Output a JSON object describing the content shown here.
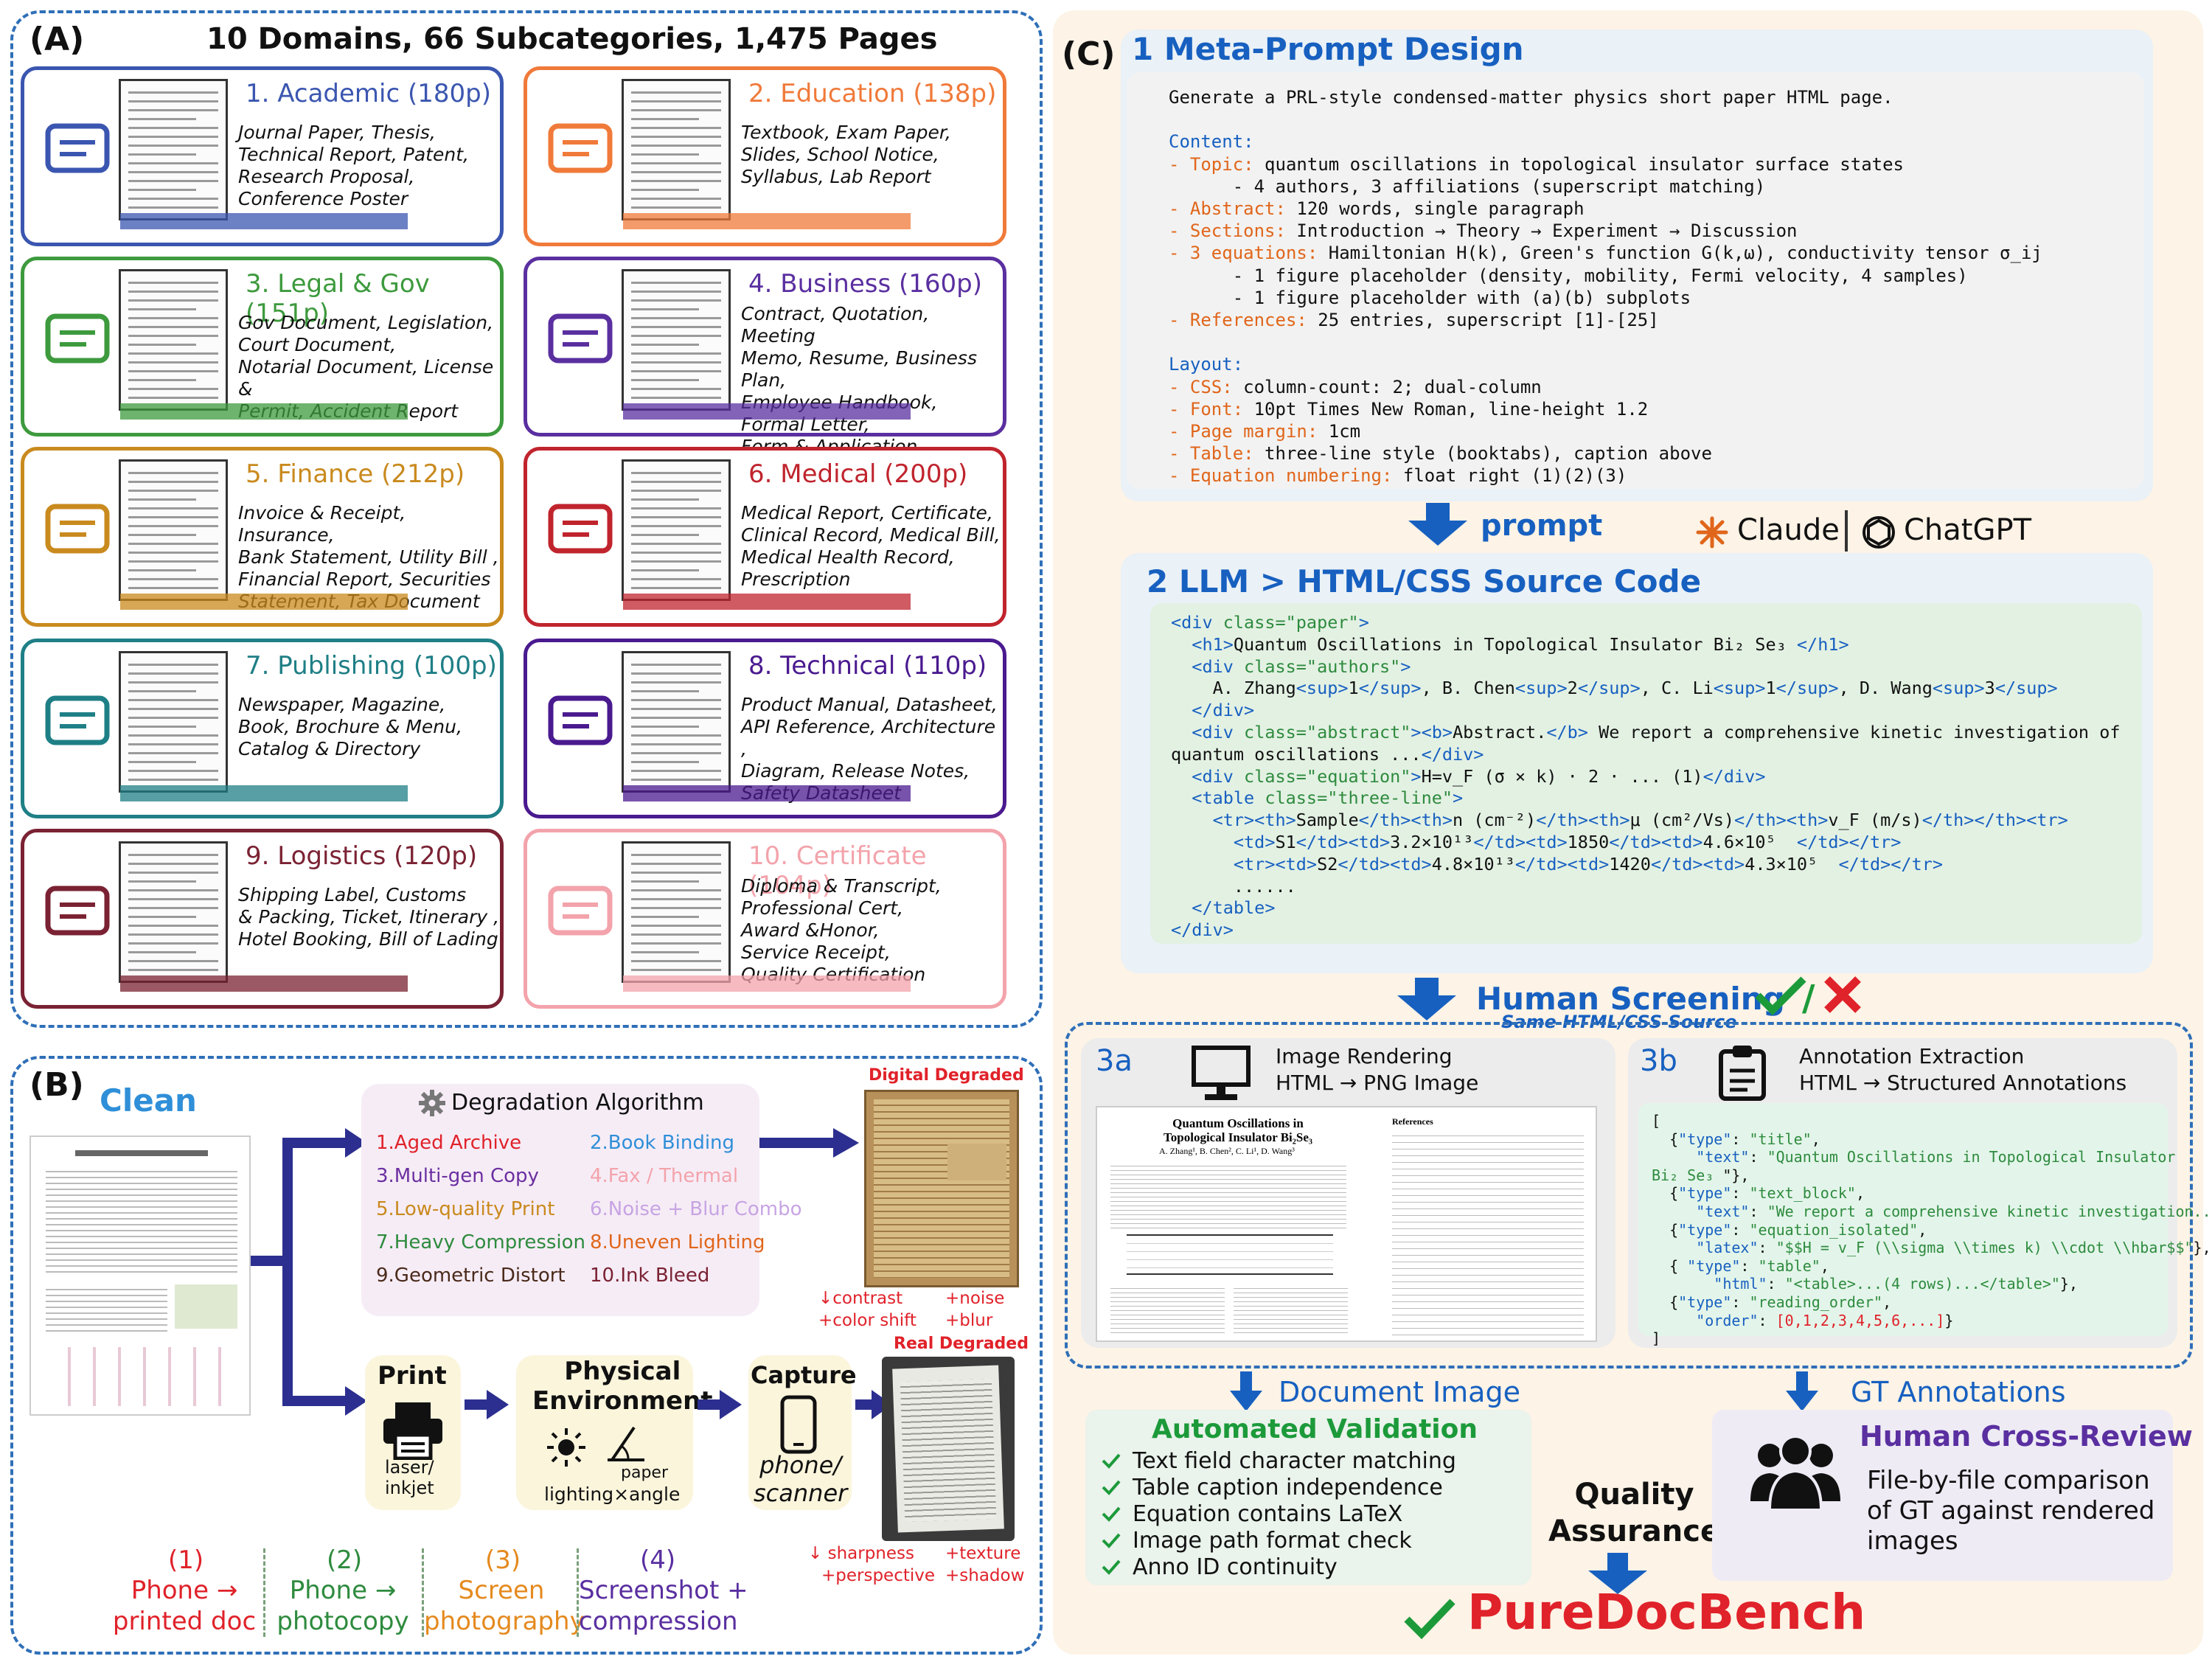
{
  "panel_a": {
    "tag": "(A)",
    "header": "10 Domains, 66 Subcategories, 1,475 Pages",
    "cards": [
      {
        "title": "1. Academic (180p)",
        "lines": [
          "Journal Paper, Thesis,",
          "Technical Report, Patent,",
          "Research Proposal,",
          "Conference Poster"
        ],
        "color": "#3b56b0",
        "bg": "#ffffff",
        "icon": "graduation-cap-icon"
      },
      {
        "title": "2. Education (138p)",
        "lines": [
          "Textbook, Exam Paper,",
          "Slides, School Notice,",
          "Syllabus,  Lab Report"
        ],
        "color": "#f07a3a",
        "bg": "#ffffff",
        "icon": "book-icon"
      },
      {
        "title": "3. Legal & Gov (151p)",
        "lines": [
          "Gov Document, Legislation,",
          "Court Document,",
          "Notarial Document, License &",
          "Permit, Accident Report"
        ],
        "color": "#3d9a3d",
        "bg": "#ffffff",
        "icon": "scales-icon"
      },
      {
        "title": "4. Business (160p)",
        "lines": [
          "Contract, Quotation,  Meeting",
          "Memo, Resume, Business Plan,",
          "Employee Handbook,",
          "Formal Letter,",
          "Form & Application"
        ],
        "color": "#5a2fa0",
        "bg": "#ffffff",
        "icon": "briefcase-icon"
      },
      {
        "title": "5. Finance (212p)",
        "lines": [
          "Invoice & Receipt, Insurance,",
          "Bank Statement, Utility Bill ,",
          "Financial Report, Securities",
          "Statement, Tax Document"
        ],
        "color": "#c98a1e",
        "bg": "#ffffff",
        "icon": "money-bag-icon"
      },
      {
        "title": "6. Medical (200p)",
        "lines": [
          "Medical Report, Certificate,",
          "Clinical Record, Medical Bill,",
          "Medical Health Record,",
          "Prescription"
        ],
        "color": "#c0242d",
        "bg": "#ffffff",
        "icon": "medical-kit-icon"
      },
      {
        "title": "7. Publishing (100p)",
        "lines": [
          "Newspaper, Magazine,",
          "Book, Brochure & Menu,",
          "Catalog & Directory"
        ],
        "color": "#1f7f86",
        "bg": "#ffffff",
        "icon": "newspaper-icon"
      },
      {
        "title": "8. Technical (110p)",
        "lines": [
          "Product Manual, Datasheet,",
          "API Reference, Architecture ,",
          "Diagram, Release Notes,",
          "Safety Datasheet"
        ],
        "color": "#4a1a8f",
        "bg": "#ffffff",
        "icon": "wrench-icon"
      },
      {
        "title": "9. Logistics (120p)",
        "lines": [
          "Shipping Label, Customs",
          "& Packing, Ticket, Itinerary ,",
          "Hotel Booking, Bill of Lading"
        ],
        "color": "#7a2233",
        "bg": "#ffffff",
        "icon": "truck-icon"
      },
      {
        "title": "10. Certificate (104p)",
        "lines": [
          "Diploma & Transcript,",
          "Professional Cert,",
          "Award &Honor,",
          "Service Receipt,",
          "Quality Certification"
        ],
        "color": "#f3a3ab",
        "bg": "#ffffff",
        "icon": "certificate-icon"
      }
    ]
  },
  "panel_b": {
    "tag": "(B)",
    "clean_label": "Clean",
    "degradation_title": "Degradation Algorithm",
    "algorithms": [
      {
        "text": "1.Aged Archive",
        "color": "#e0222a"
      },
      {
        "text": "2.Book Binding",
        "color": "#2f8fd8"
      },
      {
        "text": "3.Multi-gen Copy",
        "color": "#6b2fa0"
      },
      {
        "text": "4.Fax / Thermal",
        "color": "#f3a3ab"
      },
      {
        "text": "5.Low-quality Print",
        "color": "#c98a1e"
      },
      {
        "text": "6.Noise + Blur Combo",
        "color": "#c7a4e3"
      },
      {
        "text": "7.Heavy Compression",
        "color": "#2e8b3e"
      },
      {
        "text": "8.Uneven Lighting",
        "color": "#e0661b"
      },
      {
        "text": "9.Geometric Distort",
        "color": "#4a2a1a"
      },
      {
        "text": "10.Ink Bleed",
        "color": "#7a2233"
      }
    ],
    "digital_degraded": "Digital Degraded",
    "digital_effects": [
      "↓contrast",
      "+noise",
      "+color shift",
      "+blur"
    ],
    "real_degraded": "Real Degraded",
    "real_effects": [
      "↓ sharpness",
      "+texture",
      "+perspective",
      "+shadow"
    ],
    "print": {
      "title": "Print",
      "sub": "laser/\ninkjet"
    },
    "physical": {
      "title": "Physical\nEnvironment",
      "paper": "paper",
      "sub": "lighting×angle"
    },
    "capture": {
      "title": "Capture",
      "sub": "phone/\nscanner"
    },
    "steps": [
      {
        "num": "(1)",
        "label": "Phone →\nprinted doc",
        "color": "#e0222a"
      },
      {
        "num": "(2)",
        "label": "Phone →\nphotocopy",
        "color": "#2e8b3e"
      },
      {
        "num": "(3)",
        "label": "Screen\nphotography",
        "color": "#e58a1f"
      },
      {
        "num": "(4)",
        "label": "Screenshot +\ncompression",
        "color": "#5a2fa0"
      }
    ]
  },
  "panel_c": {
    "tag": "(C)",
    "step1_title": "1 Meta-Prompt Design",
    "meta_prompt": [
      [
        {
          "t": "Generate a PRL-style condensed-matter physics short paper HTML page.",
          "c": "#111"
        }
      ],
      [
        {
          "t": "",
          "c": "#111"
        }
      ],
      [
        {
          "t": "Content:",
          "c": "#1760c0"
        }
      ],
      [
        {
          "t": "- Topic: ",
          "c": "#e0661b"
        },
        {
          "t": "quantum oscillations in topological insulator surface states",
          "c": "#111"
        }
      ],
      [
        {
          "t": "      - 4 authors, 3 affiliations (superscript matching)",
          "c": "#111"
        }
      ],
      [
        {
          "t": "- Abstract: ",
          "c": "#e0661b"
        },
        {
          "t": "120 words, single paragraph",
          "c": "#111"
        }
      ],
      [
        {
          "t": "- Sections: ",
          "c": "#e0661b"
        },
        {
          "t": "Introduction → Theory → Experiment → Discussion",
          "c": "#111"
        }
      ],
      [
        {
          "t": "- 3 equations: ",
          "c": "#e0661b"
        },
        {
          "t": "Hamiltonian H(k), Green's function G(k,ω), conductivity tensor σ_ij",
          "c": "#111"
        }
      ],
      [
        {
          "t": "      - 1 figure placeholder (density, mobility, Fermi velocity, 4 samples)",
          "c": "#111"
        }
      ],
      [
        {
          "t": "      - 1 figure placeholder with (a)(b) subplots",
          "c": "#111"
        }
      ],
      [
        {
          "t": "- References: ",
          "c": "#e0661b"
        },
        {
          "t": "25 entries, superscript [1]-[25]",
          "c": "#111"
        }
      ],
      [
        {
          "t": "",
          "c": "#111"
        }
      ],
      [
        {
          "t": "Layout:",
          "c": "#1760c0"
        }
      ],
      [
        {
          "t": "- CSS: ",
          "c": "#e0661b"
        },
        {
          "t": "column-count: 2; dual-column",
          "c": "#111"
        }
      ],
      [
        {
          "t": "- Font: ",
          "c": "#e0661b"
        },
        {
          "t": "10pt Times New Roman, line-height 1.2",
          "c": "#111"
        }
      ],
      [
        {
          "t": "- Page margin: ",
          "c": "#e0661b"
        },
        {
          "t": "1cm",
          "c": "#111"
        }
      ],
      [
        {
          "t": "- Table: ",
          "c": "#e0661b"
        },
        {
          "t": "three-line style (booktabs), caption above",
          "c": "#111"
        }
      ],
      [
        {
          "t": "- Equation numbering: ",
          "c": "#e0661b"
        },
        {
          "t": "float right (1)(2)(3)",
          "c": "#111"
        }
      ]
    ],
    "prompt_label": "prompt",
    "claude_label": "Claude",
    "chatgpt_label": "ChatGPT",
    "step2_title": "2 LLM > HTML/CSS Source Code",
    "code_lines": [
      [
        {
          "t": "<div ",
          "c": "#1760c0"
        },
        {
          "t": "class=",
          "c": "#2e8b3e"
        },
        {
          "t": "\"paper\"",
          "c": "#2e8b3e"
        },
        {
          "t": ">",
          "c": "#1760c0"
        }
      ],
      [
        {
          "t": "  <h1>",
          "c": "#1760c0"
        },
        {
          "t": "Quantum Oscillations in Topological Insulator Bi₂ Se₃ ",
          "c": "#111"
        },
        {
          "t": "</h1>",
          "c": "#1760c0"
        }
      ],
      [
        {
          "t": "  <div ",
          "c": "#1760c0"
        },
        {
          "t": "class=\"authors\"",
          "c": "#2e8b3e"
        },
        {
          "t": ">",
          "c": "#1760c0"
        }
      ],
      [
        {
          "t": "    A. Zhang",
          "c": "#111"
        },
        {
          "t": "<sup>",
          "c": "#1760c0"
        },
        {
          "t": "1",
          "c": "#111"
        },
        {
          "t": "</sup>",
          "c": "#1760c0"
        },
        {
          "t": ", B. Chen",
          "c": "#111"
        },
        {
          "t": "<sup>",
          "c": "#1760c0"
        },
        {
          "t": "2",
          "c": "#111"
        },
        {
          "t": "</sup>",
          "c": "#1760c0"
        },
        {
          "t": ", C. Li",
          "c": "#111"
        },
        {
          "t": "<sup>",
          "c": "#1760c0"
        },
        {
          "t": "1",
          "c": "#111"
        },
        {
          "t": "</sup>",
          "c": "#1760c0"
        },
        {
          "t": ", D. Wang",
          "c": "#111"
        },
        {
          "t": "<sup>",
          "c": "#1760c0"
        },
        {
          "t": "3",
          "c": "#111"
        },
        {
          "t": "</sup>",
          "c": "#1760c0"
        }
      ],
      [
        {
          "t": "  </div>",
          "c": "#1760c0"
        }
      ],
      [
        {
          "t": "  <div ",
          "c": "#1760c0"
        },
        {
          "t": "class=\"abstract\"",
          "c": "#2e8b3e"
        },
        {
          "t": "><b>",
          "c": "#1760c0"
        },
        {
          "t": "Abstract.",
          "c": "#111"
        },
        {
          "t": "</b>",
          "c": "#1760c0"
        },
        {
          "t": " We report a comprehensive kinetic investigation of",
          "c": "#111"
        }
      ],
      [
        {
          "t": "quantum oscillations ...",
          "c": "#111"
        },
        {
          "t": "</div>",
          "c": "#1760c0"
        }
      ],
      [
        {
          "t": "  <div ",
          "c": "#1760c0"
        },
        {
          "t": "class=\"equation\"",
          "c": "#2e8b3e"
        },
        {
          "t": ">",
          "c": "#1760c0"
        },
        {
          "t": "H=v_F (σ × k) · 2 · ... (1)",
          "c": "#111"
        },
        {
          "t": "</div>",
          "c": "#1760c0"
        }
      ],
      [
        {
          "t": "  <table ",
          "c": "#1760c0"
        },
        {
          "t": "class=\"three-line\"",
          "c": "#2e8b3e"
        },
        {
          "t": ">",
          "c": "#1760c0"
        }
      ],
      [
        {
          "t": "    <tr><th>",
          "c": "#1760c0"
        },
        {
          "t": "Sample",
          "c": "#111"
        },
        {
          "t": "</th><th>",
          "c": "#1760c0"
        },
        {
          "t": "n (cm⁻²)",
          "c": "#111"
        },
        {
          "t": "</th><th>",
          "c": "#1760c0"
        },
        {
          "t": "μ (cm²/Vs)",
          "c": "#111"
        },
        {
          "t": "</th><th>",
          "c": "#1760c0"
        },
        {
          "t": "v_F (m/s)",
          "c": "#111"
        },
        {
          "t": "</th></th><tr>",
          "c": "#1760c0"
        }
      ],
      [
        {
          "t": "      <td>",
          "c": "#1760c0"
        },
        {
          "t": "S1",
          "c": "#111"
        },
        {
          "t": "</td><td>",
          "c": "#1760c0"
        },
        {
          "t": "3.2×10¹³",
          "c": "#111"
        },
        {
          "t": "</td><td>",
          "c": "#1760c0"
        },
        {
          "t": "1850",
          "c": "#111"
        },
        {
          "t": "</td><td>",
          "c": "#1760c0"
        },
        {
          "t": "4.6×10⁵",
          "c": "#111"
        },
        {
          "t": "  </td></tr>",
          "c": "#1760c0"
        }
      ],
      [
        {
          "t": "      <tr><td>",
          "c": "#1760c0"
        },
        {
          "t": "S2",
          "c": "#111"
        },
        {
          "t": "</td><td>",
          "c": "#1760c0"
        },
        {
          "t": "4.8×10¹³",
          "c": "#111"
        },
        {
          "t": "</td><td>",
          "c": "#1760c0"
        },
        {
          "t": "1420",
          "c": "#111"
        },
        {
          "t": "</td><td>",
          "c": "#1760c0"
        },
        {
          "t": "4.3×10⁵",
          "c": "#111"
        },
        {
          "t": "  </td></tr>",
          "c": "#1760c0"
        }
      ],
      [
        {
          "t": "      ......",
          "c": "#111"
        }
      ],
      [
        {
          "t": "  </table>",
          "c": "#1760c0"
        }
      ],
      [
        {
          "t": "</div>",
          "c": "#1760c0"
        }
      ]
    ],
    "screening_title": "Human Screening",
    "screening_sub": "Same HTML/CSS Source",
    "s3a": {
      "num": "3a",
      "title": "Image Rendering",
      "sub": "HTML → PNG Image"
    },
    "s3b": {
      "num": "3b",
      "title": "Annotation Extraction",
      "sub": "HTML → Structured Annotations"
    },
    "paper_render": {
      "title": "Quantum Oscillations in\nTopological Insulator Bi₂Se₃",
      "authors": "A. Zhang¹, B. Chen², C. Li¹, D. Wang³",
      "refs_title": "References"
    },
    "json_lines": [
      [
        {
          "t": "[",
          "c": "#111"
        }
      ],
      [
        {
          "t": "  {",
          "c": "#111"
        },
        {
          "t": "\"type\"",
          "c": "#1760c0"
        },
        {
          "t": ": ",
          "c": "#111"
        },
        {
          "t": "\"title\"",
          "c": "#2e8b3e"
        },
        {
          "t": ",",
          "c": "#111"
        }
      ],
      [
        {
          "t": "     ",
          "c": "#111"
        },
        {
          "t": "\"text\"",
          "c": "#1760c0"
        },
        {
          "t": ": ",
          "c": "#111"
        },
        {
          "t": "\"Quantum Oscillations in Topological Insulator",
          "c": "#2e8b3e"
        }
      ],
      [
        {
          "t": "Bi₂ Se₃ ",
          "c": "#2e8b3e"
        },
        {
          "t": "\"},",
          "c": "#111"
        }
      ],
      [
        {
          "t": "  {",
          "c": "#111"
        },
        {
          "t": "\"type\"",
          "c": "#1760c0"
        },
        {
          "t": ": ",
          "c": "#111"
        },
        {
          "t": "\"text_block\"",
          "c": "#2e8b3e"
        },
        {
          "t": ",",
          "c": "#111"
        }
      ],
      [
        {
          "t": "     ",
          "c": "#111"
        },
        {
          "t": "\"text\"",
          "c": "#1760c0"
        },
        {
          "t": ": ",
          "c": "#111"
        },
        {
          "t": "\"We report a comprehensive kinetic investigation...\"",
          "c": "#2e8b3e"
        },
        {
          "t": "},",
          "c": "#111"
        }
      ],
      [
        {
          "t": "  {",
          "c": "#111"
        },
        {
          "t": "\"type\"",
          "c": "#1760c0"
        },
        {
          "t": ": ",
          "c": "#111"
        },
        {
          "t": "\"equation_isolated\"",
          "c": "#2e8b3e"
        },
        {
          "t": ",",
          "c": "#111"
        }
      ],
      [
        {
          "t": "     ",
          "c": "#111"
        },
        {
          "t": "\"latex\"",
          "c": "#1760c0"
        },
        {
          "t": ": ",
          "c": "#111"
        },
        {
          "t": "\"$$H = v_F (\\\\sigma \\\\times k) \\\\cdot \\\\hbar$$\"",
          "c": "#2e8b3e"
        },
        {
          "t": "},",
          "c": "#111"
        }
      ],
      [
        {
          "t": "  { ",
          "c": "#111"
        },
        {
          "t": "\"type\"",
          "c": "#1760c0"
        },
        {
          "t": ": ",
          "c": "#111"
        },
        {
          "t": "\"table\"",
          "c": "#2e8b3e"
        },
        {
          "t": ",",
          "c": "#111"
        }
      ],
      [
        {
          "t": "       ",
          "c": "#111"
        },
        {
          "t": "\"html\"",
          "c": "#1760c0"
        },
        {
          "t": ": ",
          "c": "#111"
        },
        {
          "t": "\"<table>...(4 rows)...</table>\"",
          "c": "#2e8b3e"
        },
        {
          "t": "},",
          "c": "#111"
        }
      ],
      [
        {
          "t": "  {",
          "c": "#111"
        },
        {
          "t": "\"type\"",
          "c": "#1760c0"
        },
        {
          "t": ": ",
          "c": "#111"
        },
        {
          "t": "\"reading_order\"",
          "c": "#2e8b3e"
        },
        {
          "t": ",",
          "c": "#111"
        }
      ],
      [
        {
          "t": "     ",
          "c": "#111"
        },
        {
          "t": "\"order\"",
          "c": "#1760c0"
        },
        {
          "t": ": ",
          "c": "#111"
        },
        {
          "t": "[0,1,2,3,4,5,6,...]",
          "c": "#e0222a"
        },
        {
          "t": "}",
          "c": "#111"
        }
      ],
      [
        {
          "t": "]",
          "c": "#111"
        }
      ]
    ],
    "document_image": "Document Image",
    "gt_annotations": "GT Annotations",
    "validation_title": "Automated Validation",
    "validation_items": [
      "Text field character matching",
      "Table caption independence",
      "Equation contains LaTeX",
      "Image path format check",
      "Anno ID continuity"
    ],
    "quality_assurance": "Quality\nAssurance",
    "cross_review_title": "Human Cross-Review",
    "cross_review_text": "File-by-file comparison\nof GT against rendered\nimages",
    "final": "PureDocBench"
  }
}
